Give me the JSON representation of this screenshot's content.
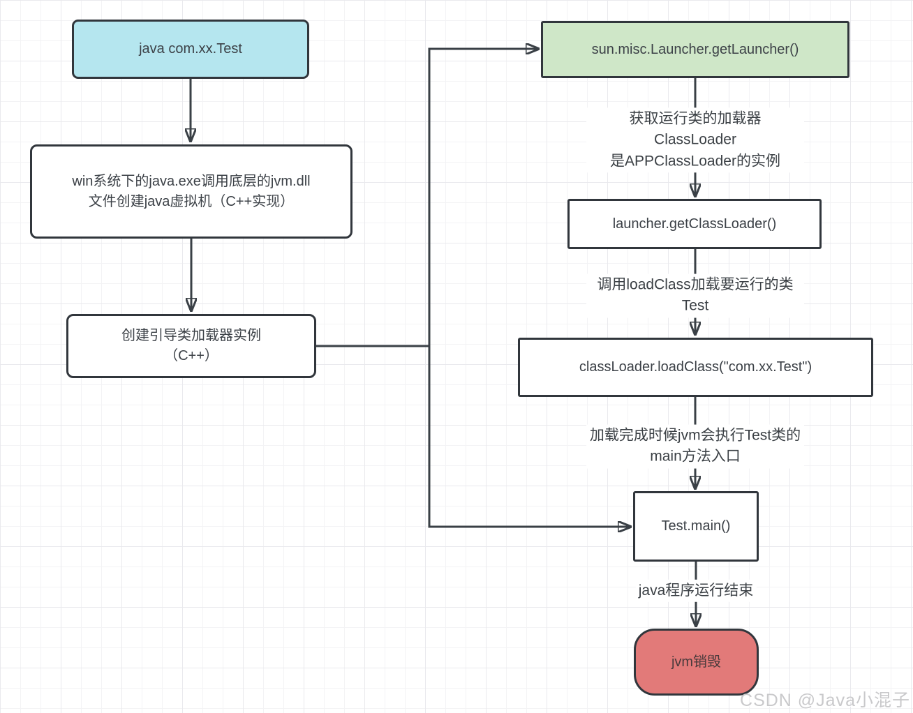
{
  "diagram": {
    "nodes": {
      "start": {
        "label": "java com.xx.Test"
      },
      "create_jvm": {
        "label": "win系统下的java.exe调用底层的jvm.dll\n文件创建java虚拟机（C++实现）"
      },
      "bootstrap_loader": {
        "label": "创建引导类加载器实例\n（C++）"
      },
      "get_launcher": {
        "label": "sun.misc.Launcher.getLauncher()"
      },
      "get_classloader": {
        "label": "launcher.getClassLoader()"
      },
      "load_class": {
        "label": "classLoader.loadClass(\"com.xx.Test\")"
      },
      "test_main": {
        "label": "Test.main()"
      },
      "jvm_destroy": {
        "label": "jvm销毁"
      }
    },
    "edge_labels": {
      "get_loader": "获取运行类的加载器ClassLoader\n是APPClassLoader的实例",
      "call_loadclass": "调用loadClass加载要运行的类Test",
      "run_main": "加载完成时候jvm会执行Test类的main方法入口",
      "program_end": "java程序运行结束"
    },
    "colors": {
      "node_border": "#31363c",
      "arrow": "#3a4046",
      "start_fill": "#b5e6ef",
      "launcher_fill": "#cfe7c8",
      "destroy_fill": "#e27a79",
      "grid_minor": "#f3f3f5",
      "grid_major": "#e9e9ed"
    }
  },
  "watermark": "CSDN @Java小混子"
}
